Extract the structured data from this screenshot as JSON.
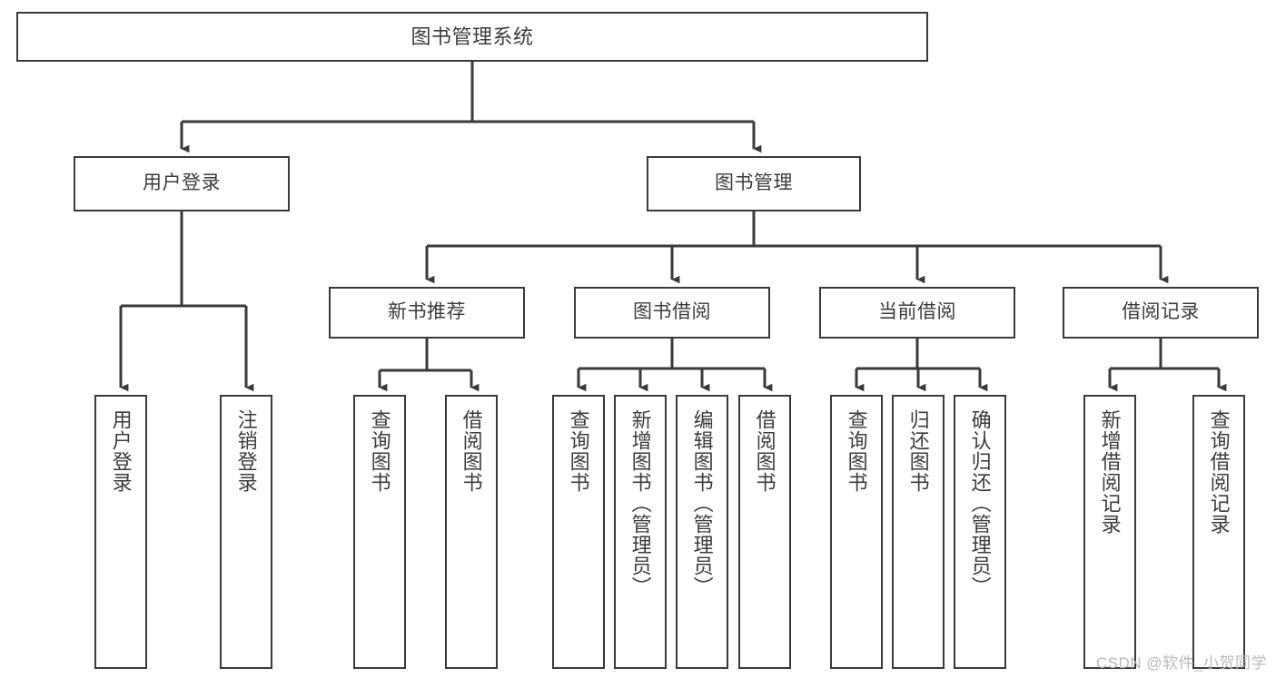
{
  "diagram": {
    "type": "tree-hierarchy-chart",
    "title": "图书管理系统",
    "orientation": "top-down",
    "colors": {
      "node_border": "#3a3a3a",
      "node_fill": "#ffffff",
      "edge": "#3a3a3a",
      "text": "#3c3c3c",
      "background": "#ffffff",
      "watermark": "#b9b9b9"
    },
    "root": {
      "label": "图书管理系统"
    },
    "level1": [
      {
        "label": "用户登录"
      },
      {
        "label": "图书管理"
      }
    ],
    "level2": [
      {
        "label": "新书推荐"
      },
      {
        "label": "图书借阅"
      },
      {
        "label": "当前借阅"
      },
      {
        "label": "借阅记录"
      }
    ],
    "leaves": {
      "user_login": [
        {
          "label": "用户登录"
        },
        {
          "label": "注销登录"
        }
      ],
      "new_book_recommend": [
        {
          "label": "查询图书"
        },
        {
          "label": "借阅图书"
        }
      ],
      "book_borrow": [
        {
          "label": "查询图书"
        },
        {
          "label": "新增图书（管理员）"
        },
        {
          "label": "编辑图书（管理员）"
        },
        {
          "label": "借阅图书"
        }
      ],
      "current_borrow": [
        {
          "label": "查询图书"
        },
        {
          "label": "归还图书"
        },
        {
          "label": "确认归还（管理员）"
        }
      ],
      "borrow_record": [
        {
          "label": "新增借阅记录"
        },
        {
          "label": "查询借阅记录"
        }
      ]
    }
  },
  "watermark": {
    "text": "CSDN @软件_小贺同学"
  }
}
